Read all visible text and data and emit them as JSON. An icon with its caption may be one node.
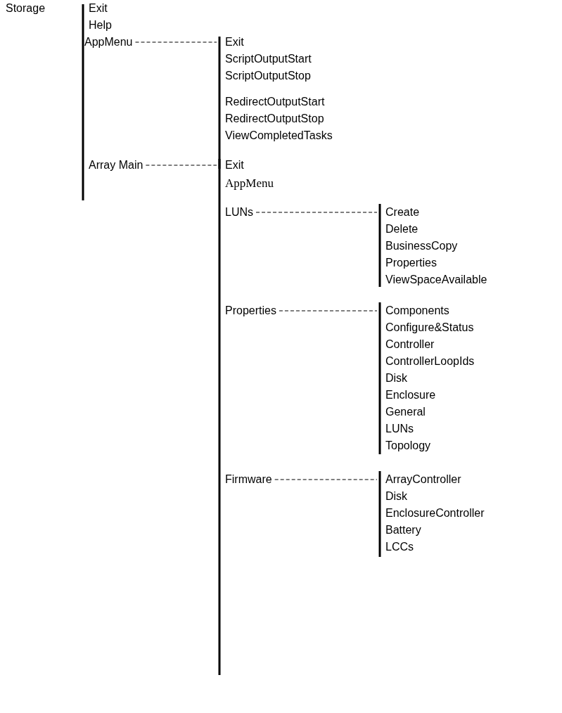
{
  "diagram": {
    "nodes": [
      {
        "text": [
          "Storage"
        ]
      },
      {
        "text": [
          "Exit"
        ]
      },
      {
        "text": [
          "Help"
        ]
      },
      {
        "text": [
          "AppMenu"
        ]
      },
      {
        "text": [
          "Exit"
        ]
      },
      {
        "text": [
          "ScriptOutputStart"
        ]
      },
      {
        "text": [
          "ScriptOutputStop"
        ]
      },
      {
        "text": [
          "RedirectOutputStart"
        ]
      },
      {
        "text": [
          "RedirectOutputStop"
        ]
      },
      {
        "text": [
          "ViewCompletedTasks"
        ]
      },
      {
        "text": [
          "Array Main"
        ]
      },
      {
        "text": [
          "Exit"
        ]
      },
      {
        "text": [
          "AppMenu"
        ]
      },
      {
        "text": [
          "LUNs"
        ]
      },
      {
        "text": [
          "Create"
        ]
      },
      {
        "text": [
          "Delete"
        ]
      },
      {
        "text": [
          "BusinessCopy"
        ]
      },
      {
        "text": [
          "Properties"
        ]
      },
      {
        "text": [
          "ViewSpaceAvailable"
        ]
      },
      {
        "text": [
          "Properties"
        ]
      },
      {
        "text": [
          "Components"
        ]
      },
      {
        "text": [
          "Configure&Status"
        ]
      },
      {
        "text": [
          "Controller"
        ]
      },
      {
        "text": [
          "ControllerLoopIds"
        ]
      },
      {
        "text": [
          "Disk"
        ]
      },
      {
        "text": [
          "Enclosure"
        ]
      },
      {
        "text": [
          "General"
        ]
      },
      {
        "text": [
          "LUNs"
        ]
      },
      {
        "text": [
          "Topology"
        ]
      },
      {
        "text": [
          "Firmware"
        ]
      },
      {
        "text": [
          "ArrayController"
        ]
      },
      {
        "text": [
          "Disk"
        ]
      },
      {
        "text": [
          "EnclosureController"
        ]
      },
      {
        "text": [
          "Battery"
        ]
      },
      {
        "text": [
          "LCCs"
        ]
      }
    ],
    "edges": [
      {
        "from": 3,
        "to": 4,
        "arrow": "none",
        "style": "dashed"
      },
      {
        "from": 10,
        "to": 11,
        "arrow": "none",
        "style": "dashed"
      },
      {
        "from": 13,
        "to": 14,
        "arrow": "none",
        "style": "dashed"
      },
      {
        "from": 19,
        "to": 20,
        "arrow": "none",
        "style": "dashed"
      },
      {
        "from": 29,
        "to": 30,
        "arrow": "none",
        "style": "dashed"
      }
    ]
  }
}
